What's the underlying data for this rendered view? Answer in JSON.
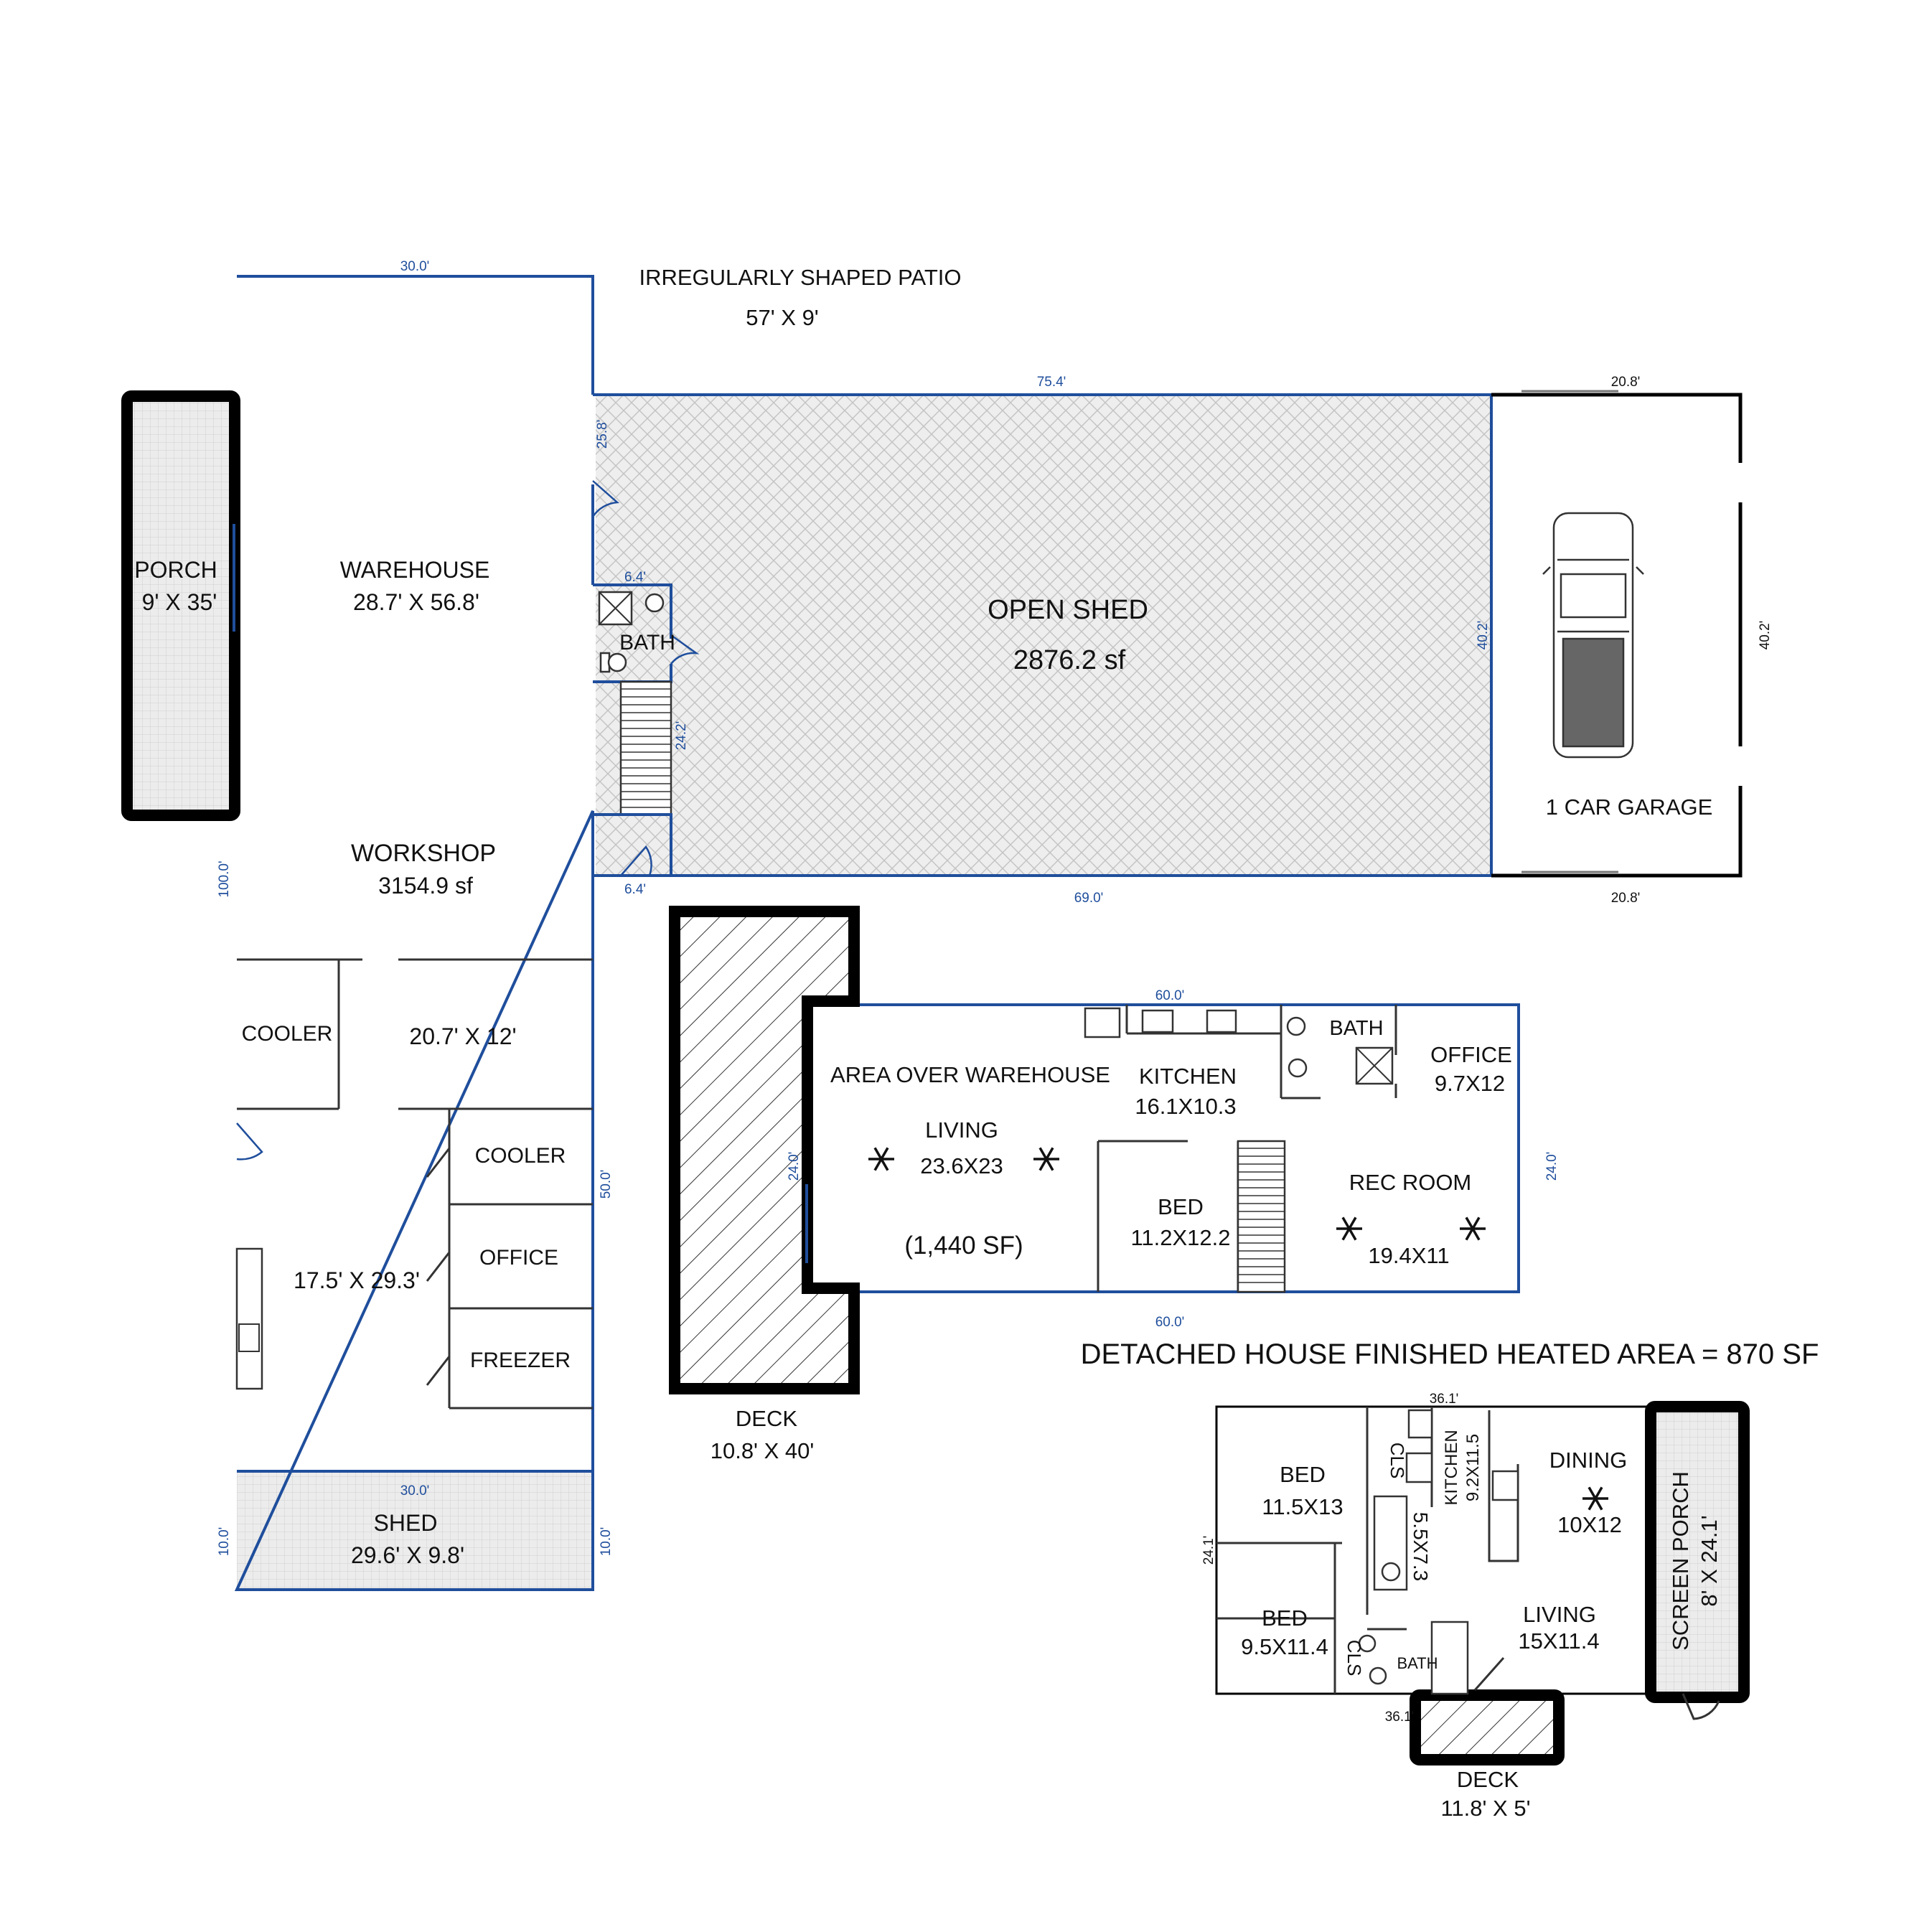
{
  "main": {
    "porch_name": "PORCH",
    "porch_size": "9' X 35'",
    "warehouse_name": "WAREHOUSE",
    "warehouse_size": "28.7' X 56.8'",
    "workshop_name": "WORKSHOP",
    "workshop_area": "3154.9 sf",
    "cooler1_name": "COOLER",
    "room_20": "20.7' X 12'",
    "cooler2_name": "COOLER",
    "office_name": "OFFICE",
    "freezer_name": "FREEZER",
    "room_17": "17.5' X 29.3'",
    "shed_name": "SHED",
    "shed_size": "29.6' X 9.8'",
    "bath_name": "BATH",
    "patio_name": "IRREGULARLY SHAPED PATIO",
    "patio_size": "57' X 9'",
    "open_shed_name": "OPEN SHED",
    "open_shed_area": "2876.2 sf",
    "garage_name": "1 CAR GARAGE"
  },
  "upper": {
    "area_name": "AREA OVER WAREHOUSE",
    "living_name": "LIVING",
    "living_size": "23.6X23",
    "total_sf": "(1,440 SF)",
    "kitchen_name": "KITCHEN",
    "kitchen_size": "16.1X10.3",
    "bath_name": "BATH",
    "office_name": "OFFICE",
    "office_size": "9.7X12",
    "bed_name": "BED",
    "bed_size": "11.2X12.2",
    "rec_name": "REC ROOM",
    "rec_size": "19.4X11",
    "deck_name": "DECK",
    "deck_size": "10.8' X 40'"
  },
  "house": {
    "heading": "DETACHED HOUSE FINISHED HEATED AREA = 870 SF",
    "bed1_name": "BED",
    "bed1_size": "11.5X13",
    "cls1": "CLS",
    "kitchen_name": "KITCHEN",
    "kitchen_size": "9.2X11.5",
    "laundry_size": "5.5X7.3",
    "dining_name": "DINING",
    "dining_size": "10X12",
    "screen_porch": "SCREEN PORCH",
    "screen_size": "8' X 24.1'",
    "bed2_name": "BED",
    "bed2_size": "9.5X11.4",
    "cls2": "CLS",
    "bath_name": "BATH",
    "living_name": "LIVING",
    "living_size": "15X11.4",
    "deck_name": "DECK",
    "deck_size": "11.8' X 5'"
  },
  "dims": {
    "d30_top": "30.0'",
    "d75": "75.4'",
    "d20_top": "20.8'",
    "d25": "25.8'",
    "d64_top": "6.4'",
    "d242": "24.2'",
    "d402a": "40.2'",
    "d402b": "40.2'",
    "d64_bot": "6.4'",
    "d69": "69.0'",
    "d20_bot": "20.8'",
    "d100": "100.0'",
    "d50": "50.0'",
    "d30_bot": "30.0'",
    "d10a": "10.0'",
    "d10b": "10.0'",
    "d60_top": "60.0'",
    "d60_bot": "60.0'",
    "d24": "24.0'",
    "d24b": "24.0'",
    "d361_top": "36.1'",
    "d361_bot": "36.1'",
    "d241": "24.1'"
  }
}
